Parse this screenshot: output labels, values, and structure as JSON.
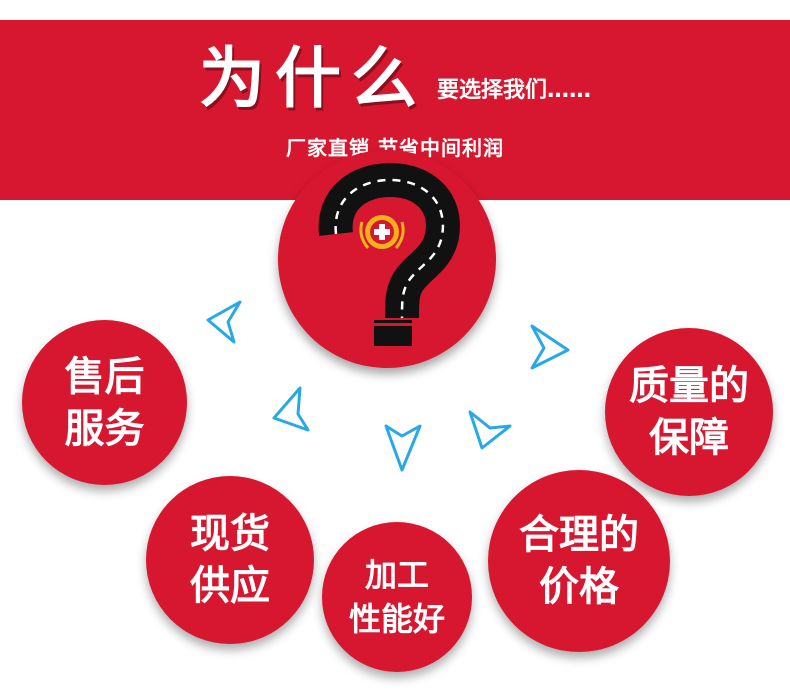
{
  "header": {
    "title": "为什么",
    "subtitle": "要选择我们……",
    "slogan": "厂家直销 节省中间利润"
  },
  "bubbles": {
    "after_sales": {
      "line1": "售后",
      "line2": "服务"
    },
    "in_stock": {
      "line1": "现货",
      "line2": "供应"
    },
    "processing": {
      "line1": "加工",
      "line2": "性能好"
    },
    "price": {
      "line1": "合理的",
      "line2": "价格"
    },
    "quality": {
      "line1": "质量的",
      "line2": "保障"
    }
  },
  "colors": {
    "brand_red": "#d7172f",
    "arrow_blue": "#29a8e6",
    "road_black": "#111111",
    "logo_gold": "#f0b11a"
  },
  "icons": {
    "center": "question-mark-road-icon",
    "emblem": "red-cross-badge-icon",
    "arrows": "chevron-arrow-icon"
  }
}
